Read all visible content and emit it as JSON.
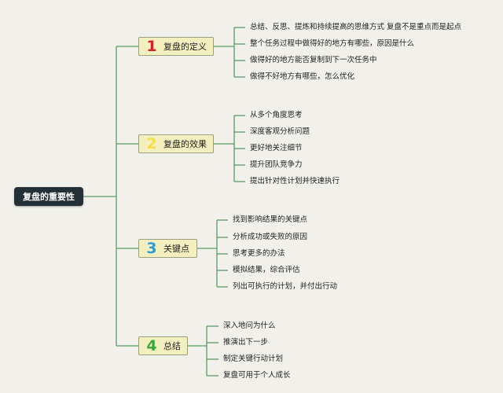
{
  "root": {
    "label": "复盘的重要性"
  },
  "colors": {
    "line": "#5b9b67",
    "root_bg": "#233037",
    "box_bg": "#f3efbf"
  },
  "branches": [
    {
      "num": "1",
      "num_color": "#d8222a",
      "label": "复盘的定义",
      "items": [
        "总结、反思、提炼和持续提高的思维方式 复盘不是重点而是起点",
        "整个任务过程中做得好的地方有哪些，原因是什么",
        "做得好的地方能否复制到下一次任务中",
        "做得不好地方有哪些，怎么优化"
      ]
    },
    {
      "num": "2",
      "num_color": "#f4de4a",
      "label": "复盘的效果",
      "items": [
        "从多个角度思考",
        "深度客观分析问题",
        "更好地关注细节",
        "提升团队竞争力",
        "提出针对性计划并快速执行"
      ]
    },
    {
      "num": "3",
      "num_color": "#2f9ad6",
      "label": "关键点",
      "items": [
        "找到影响结果的关键点",
        "分析成功或失败的原因",
        "思考更多的办法",
        "模拟结果，综合评估",
        "列出可执行的计划，并付出行动"
      ]
    },
    {
      "num": "4",
      "num_color": "#3aa83b",
      "label": "总结",
      "items": [
        "深入地问为什么",
        "推演出下一步",
        "制定关键行动计划",
        "复盘可用于个人成长"
      ]
    }
  ]
}
